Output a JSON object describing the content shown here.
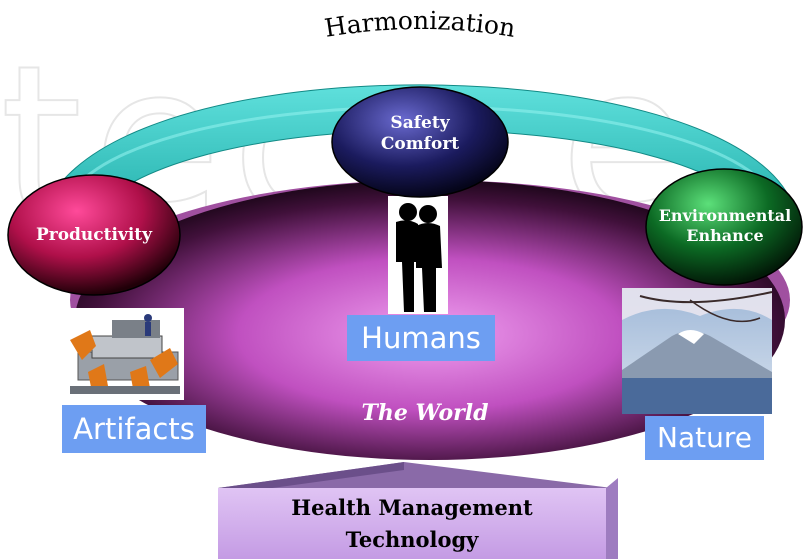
{
  "arc_label": "Harmonization",
  "bubbles": {
    "safety": {
      "line1": "Safety",
      "line2": "Comfort"
    },
    "productivity": {
      "line1": "Productivity"
    },
    "environmental": {
      "line1": "Environmental",
      "line2": "Enhance"
    }
  },
  "world": {
    "caption": "The World"
  },
  "labels": {
    "humans": "Humans",
    "artifacts": "Artifacts",
    "nature": "Nature"
  },
  "base": {
    "line1": "Health Management",
    "line2": "Technology"
  },
  "watermark": "tec",
  "colors": {
    "arc": "#22c4c0",
    "world_rim": "#a050a0",
    "safety": "#1b1b5e",
    "productivity": "#b0104a",
    "environmental": "#0c6a24",
    "label_box": "#6d9ef2",
    "base": "#c9a2e6"
  }
}
